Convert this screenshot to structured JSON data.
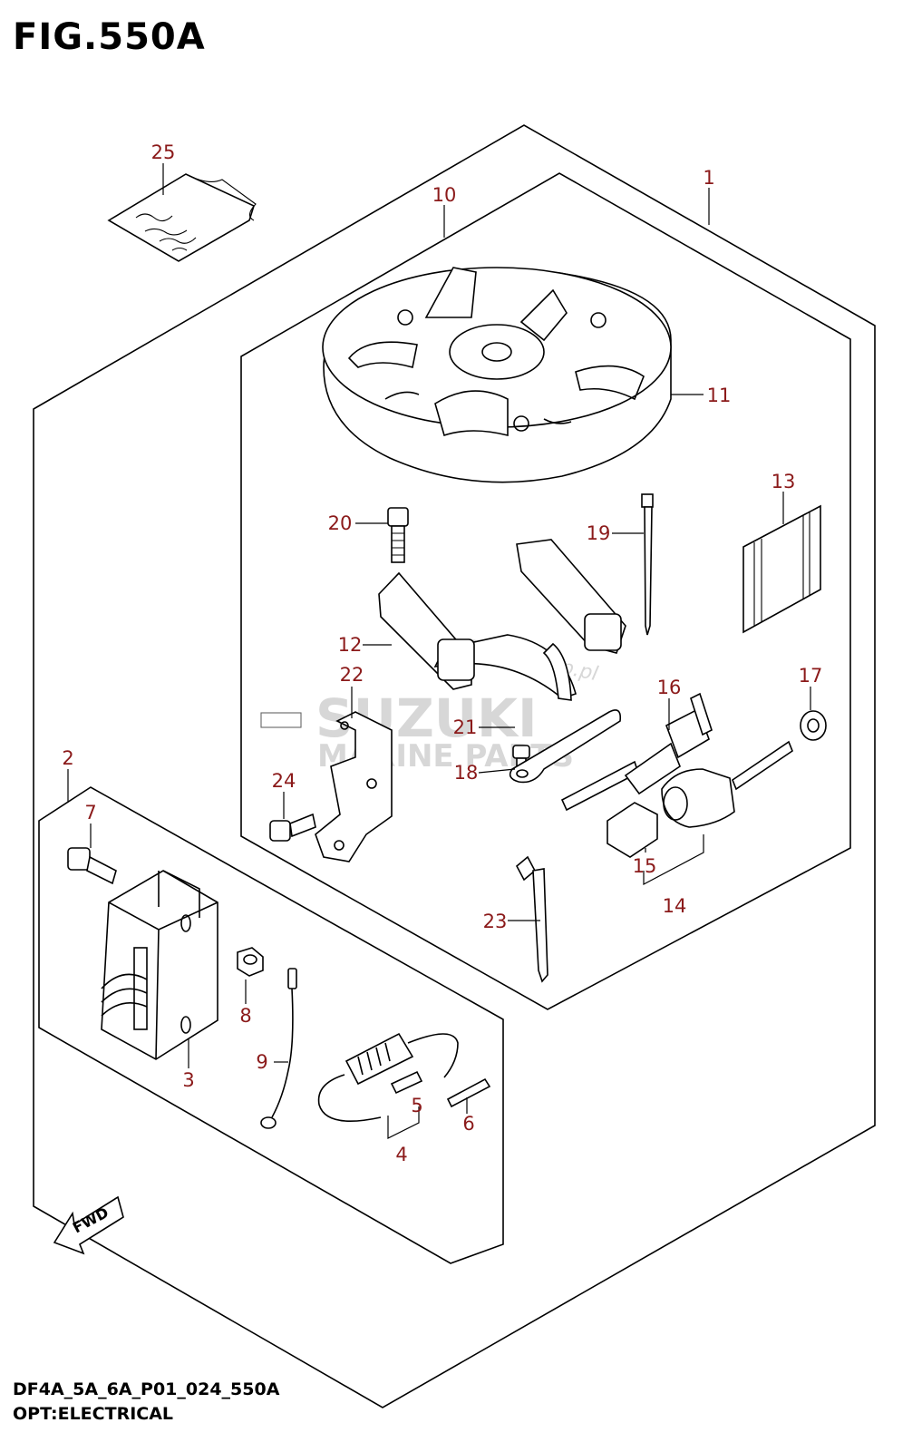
{
  "figure": {
    "title": "FIG.550A",
    "code": "DF4A_5A_6A_P01_024_550A",
    "subtitle": "OPT:ELECTRICAL"
  },
  "direction_badge": {
    "label": "FWD"
  },
  "watermark": {
    "brand": "SUZUKI",
    "line2": "MARINE PARTS",
    "signature": "Motogroup.pl"
  },
  "callouts": [
    {
      "id": "c1",
      "label": "1"
    },
    {
      "id": "c2",
      "label": "2"
    },
    {
      "id": "c3",
      "label": "3"
    },
    {
      "id": "c4",
      "label": "4"
    },
    {
      "id": "c5",
      "label": "5"
    },
    {
      "id": "c6",
      "label": "6"
    },
    {
      "id": "c7",
      "label": "7"
    },
    {
      "id": "c8",
      "label": "8"
    },
    {
      "id": "c9",
      "label": "9"
    },
    {
      "id": "c10",
      "label": "10"
    },
    {
      "id": "c11",
      "label": "11"
    },
    {
      "id": "c12",
      "label": "12"
    },
    {
      "id": "c13",
      "label": "13"
    },
    {
      "id": "c14",
      "label": "14"
    },
    {
      "id": "c15",
      "label": "15"
    },
    {
      "id": "c16",
      "label": "16"
    },
    {
      "id": "c17",
      "label": "17"
    },
    {
      "id": "c18",
      "label": "18"
    },
    {
      "id": "c19",
      "label": "19"
    },
    {
      "id": "c20",
      "label": "20"
    },
    {
      "id": "c21",
      "label": "21"
    },
    {
      "id": "c22",
      "label": "22"
    },
    {
      "id": "c23",
      "label": "23"
    },
    {
      "id": "c24",
      "label": "24"
    },
    {
      "id": "c25",
      "label": "25"
    }
  ]
}
